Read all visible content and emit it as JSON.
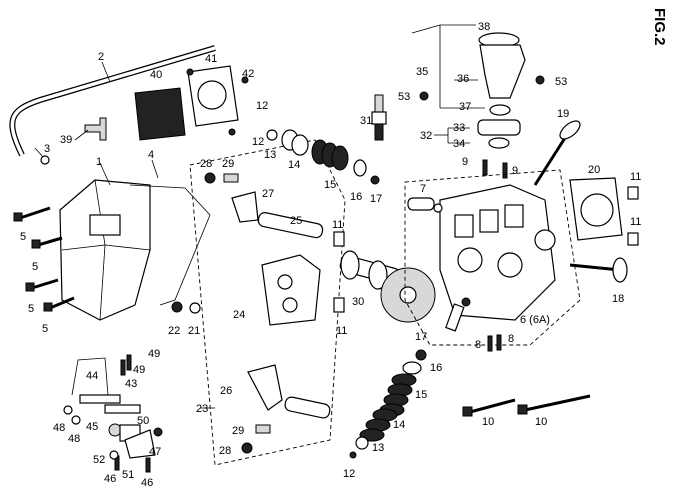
{
  "figure_label": "FIG.2",
  "callouts": [
    "1",
    "2",
    "3",
    "4",
    "5",
    "5",
    "5",
    "5",
    "6 (6A)",
    "7",
    "8",
    "8",
    "9",
    "9",
    "10",
    "10",
    "11",
    "11",
    "11",
    "11",
    "12",
    "12",
    "12",
    "13",
    "13",
    "14",
    "14",
    "15",
    "15",
    "16",
    "16",
    "17",
    "17",
    "18",
    "19",
    "20",
    "21",
    "22",
    "23",
    "24",
    "25",
    "26",
    "27",
    "28",
    "28",
    "29",
    "29",
    "30",
    "31",
    "32",
    "33",
    "34",
    "35",
    "36",
    "37",
    "38",
    "39",
    "40",
    "41",
    "42",
    "43",
    "44",
    "45",
    "46",
    "46",
    "47",
    "48",
    "48",
    "49",
    "49",
    "50",
    "51",
    "52",
    "53",
    "53"
  ]
}
